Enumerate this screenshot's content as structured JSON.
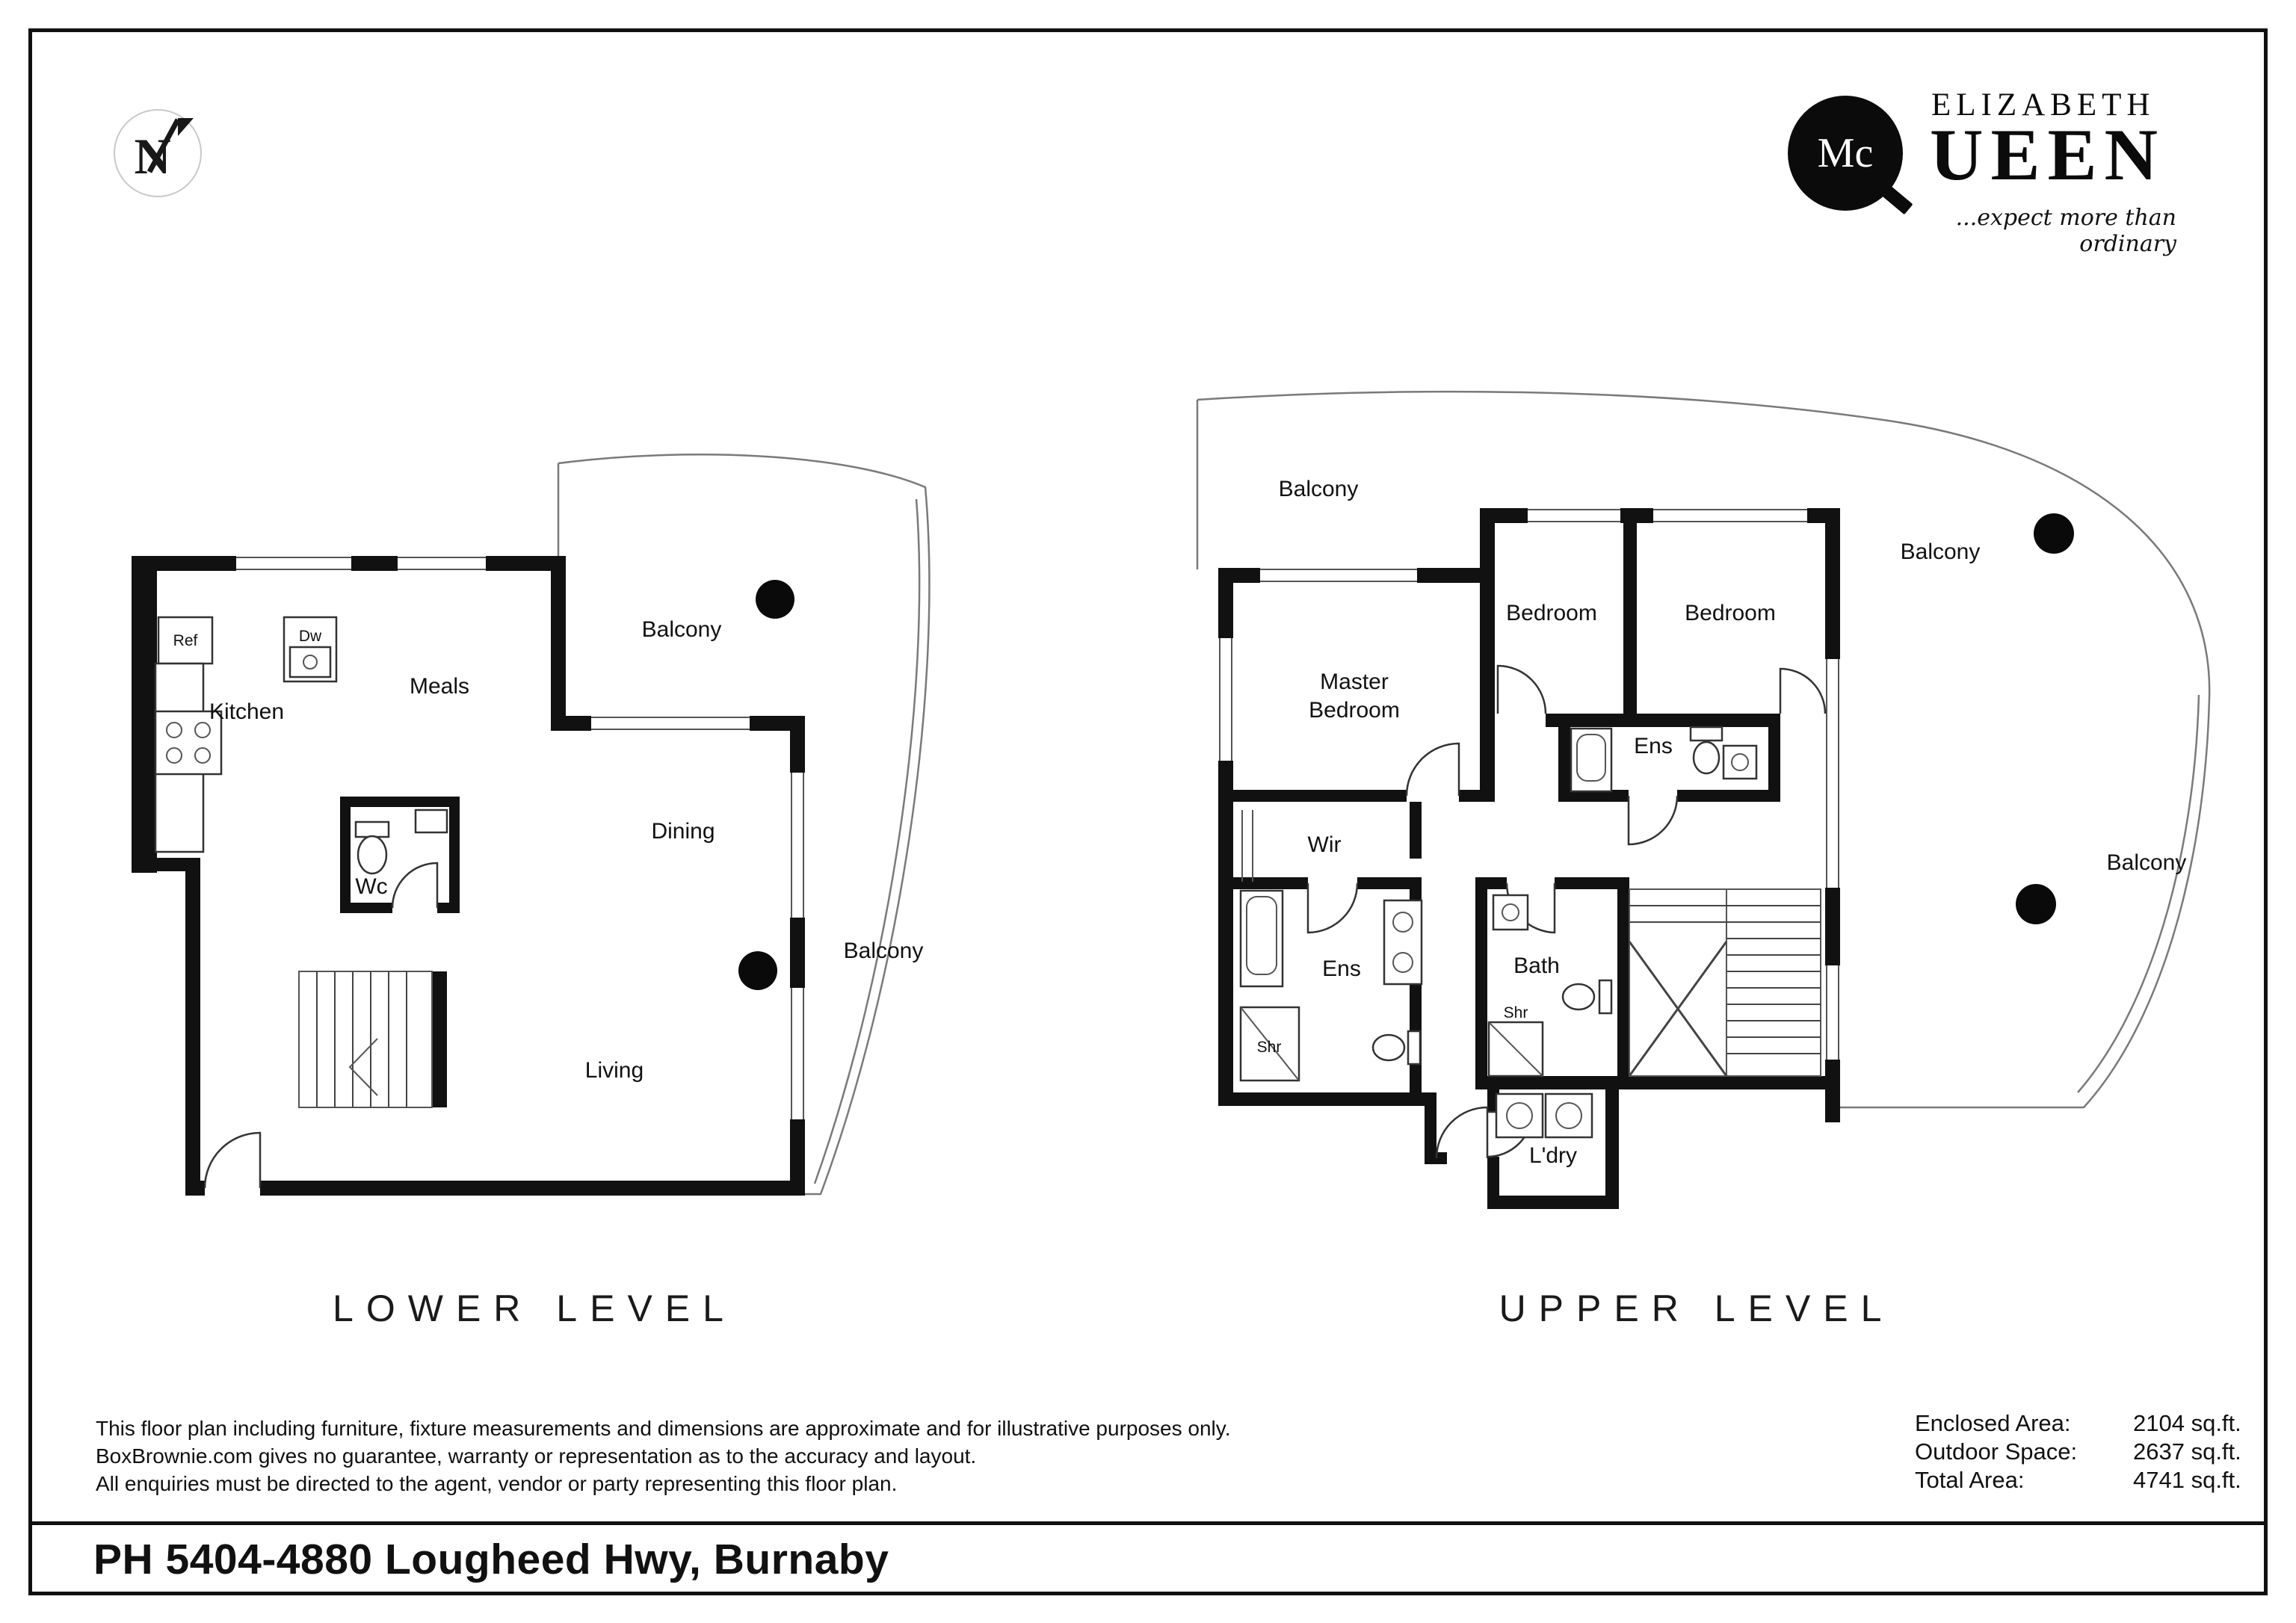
{
  "page": {
    "address": "PH 5404-4880 Lougheed Hwy, Burnaby"
  },
  "compass": {
    "letter": "N"
  },
  "logo": {
    "eyebrow": "ELIZABETH",
    "mc": "Mc",
    "name_rest": "UEEN",
    "tagline": "...expect more than ordinary"
  },
  "lower": {
    "title": "LOWER LEVEL",
    "labels": {
      "ref": "Ref",
      "dw": "Dw",
      "kitchen": "Kitchen",
      "meals": "Meals",
      "balcony_top": "Balcony",
      "dining": "Dining",
      "wc": "Wc",
      "balcony_right": "Balcony",
      "living": "Living"
    }
  },
  "upper": {
    "title": "UPPER LEVEL",
    "labels": {
      "balcony_top_left": "Balcony",
      "bedroom_1": "Bedroom",
      "bedroom_2": "Bedroom",
      "balcony_top_right": "Balcony",
      "master_line1": "Master",
      "master_line2": "Bedroom",
      "ens_shared": "Ens",
      "wir": "Wir",
      "ens_master": "Ens",
      "shr_master": "Shr",
      "bath": "Bath",
      "shr_bath": "Shr",
      "ldry": "L'dry",
      "balcony_right": "Balcony"
    }
  },
  "disclaimer": {
    "line1": "This floor plan including furniture, fixture measurements and dimensions are approximate and for illustrative purposes only.",
    "line2": "BoxBrownie.com gives no guarantee, warranty or representation as to the accuracy and layout.",
    "line3": "All enquiries must be directed to the agent, vendor or party representing this floor plan."
  },
  "areas": {
    "rows": [
      {
        "label": "Enclosed Area:",
        "value": "2104 sq.ft."
      },
      {
        "label": "Outdoor Space:",
        "value": "2637 sq.ft."
      },
      {
        "label": "Total Area:",
        "value": "4741 sq.ft."
      }
    ]
  }
}
